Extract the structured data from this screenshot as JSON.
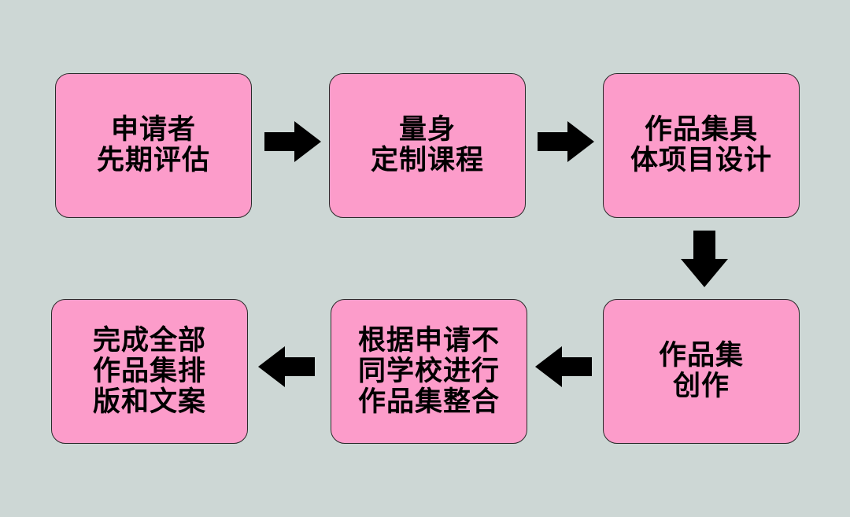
{
  "colors": {
    "background": "#cdd7d5",
    "box_fill": "#fc9cca",
    "arrow": "#000000"
  },
  "steps": [
    {
      "label": "申请者\n先期评估"
    },
    {
      "label": "量身\n定制课程"
    },
    {
      "label": "作品集具\n体项目设计"
    },
    {
      "label": "作品集\n创作"
    },
    {
      "label": "根据申请不\n同学校进行\n作品集整合"
    },
    {
      "label": "完成全部\n作品集排\n版和文案"
    }
  ],
  "arrows": [
    {
      "icon": "arrow-right-icon",
      "from": 1,
      "to": 2
    },
    {
      "icon": "arrow-right-icon",
      "from": 2,
      "to": 3
    },
    {
      "icon": "arrow-down-icon",
      "from": 3,
      "to": 4
    },
    {
      "icon": "arrow-left-icon",
      "from": 4,
      "to": 5
    },
    {
      "icon": "arrow-left-icon",
      "from": 5,
      "to": 6
    }
  ]
}
